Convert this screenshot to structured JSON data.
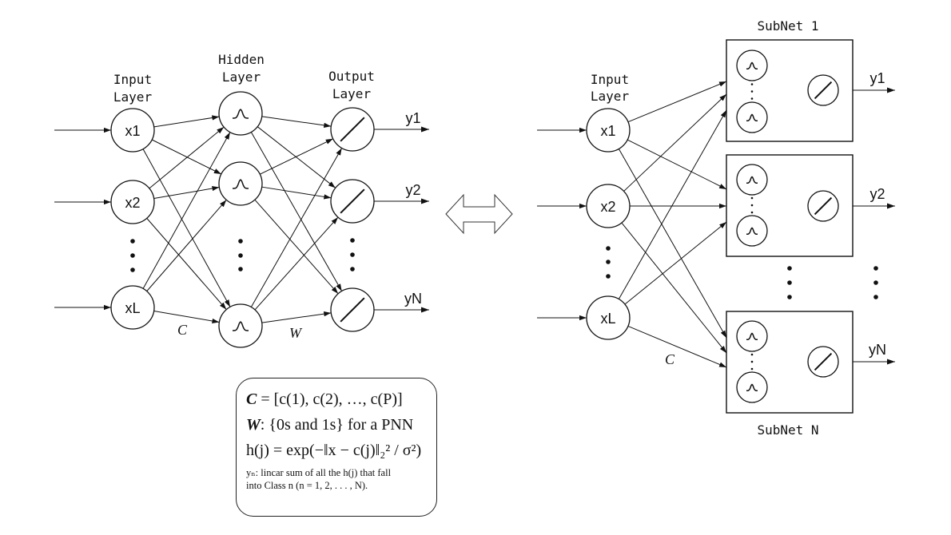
{
  "left_network": {
    "input_label": [
      "Input",
      "Layer"
    ],
    "hidden_label": [
      "Hidden",
      "Layer"
    ],
    "output_label": [
      "Output",
      "Layer"
    ],
    "inputs": [
      "x1",
      "x2",
      "xL"
    ],
    "outputs": [
      "y1",
      "y2",
      "yN"
    ],
    "weight_c_label": "C",
    "weight_w_label": "W",
    "hidden_icon": "gaussian-icon",
    "output_icon": "linear-icon"
  },
  "equivalence_icon": "double-arrow-icon",
  "right_network": {
    "input_label": [
      "Input",
      "Layer"
    ],
    "inputs": [
      "x1",
      "x2",
      "xL"
    ],
    "subnets": [
      {
        "title": "SubNet 1",
        "output": "y1"
      },
      {
        "title": "",
        "output": "y2"
      },
      {
        "title": "SubNet N",
        "output": "yN"
      }
    ],
    "weight_c_label": "C"
  },
  "formula_box": {
    "line1_var": "C",
    "line1_rest": " = [c(1), c(2), …, c(P)]",
    "line2_var": "W",
    "line2_rest": ": {0s and 1s} for a PNN",
    "line3": "h(j) = exp(−‖x − c(j)‖₂² / σ²)",
    "note1": "yₙ: lincar sum of all the h(j) that fall",
    "note2": "into Class n (n = 1, 2, . . . , N)."
  }
}
